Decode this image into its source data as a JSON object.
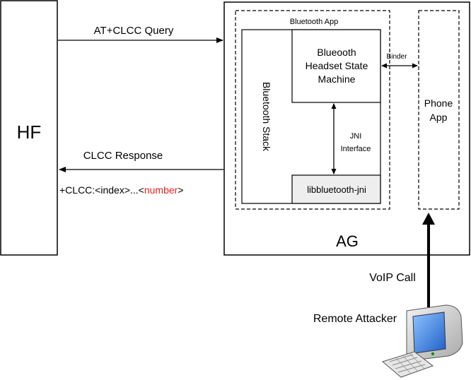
{
  "hf": {
    "label": "HF"
  },
  "ag": {
    "label": "AG"
  },
  "bluetooth_app": {
    "label": "Bluetooth App"
  },
  "bluetooth_stack": {
    "label": "Bluetooth Stack"
  },
  "headset_state_machine": {
    "lines": [
      "Blueooth",
      "Headset State",
      "Machine"
    ]
  },
  "libbluetooth_jni": {
    "label": "libbluetooth-jni"
  },
  "jni_interface": {
    "lines": [
      "JNI",
      "Interface"
    ]
  },
  "binder": {
    "label": "Binder"
  },
  "phone_app": {
    "lines": [
      "Phone",
      "App"
    ]
  },
  "at_clcc_query": {
    "label": "AT+CLCC Query"
  },
  "clcc_response": {
    "label": "CLCC Response",
    "detail_prefix": "+CLCC:<index>...<",
    "detail_number": "number",
    "detail_suffix": ">"
  },
  "voip_call": {
    "label": "VoIP Call"
  },
  "remote_attacker": {
    "label": "Remote Attacker",
    "icon": "computer-icon"
  },
  "colors": {
    "stroke": "#000000",
    "lib_fill": "#eeeeee",
    "highlight": "#e8201f",
    "screen": "#1f6fd6",
    "monitor": "#d6d6d6"
  }
}
